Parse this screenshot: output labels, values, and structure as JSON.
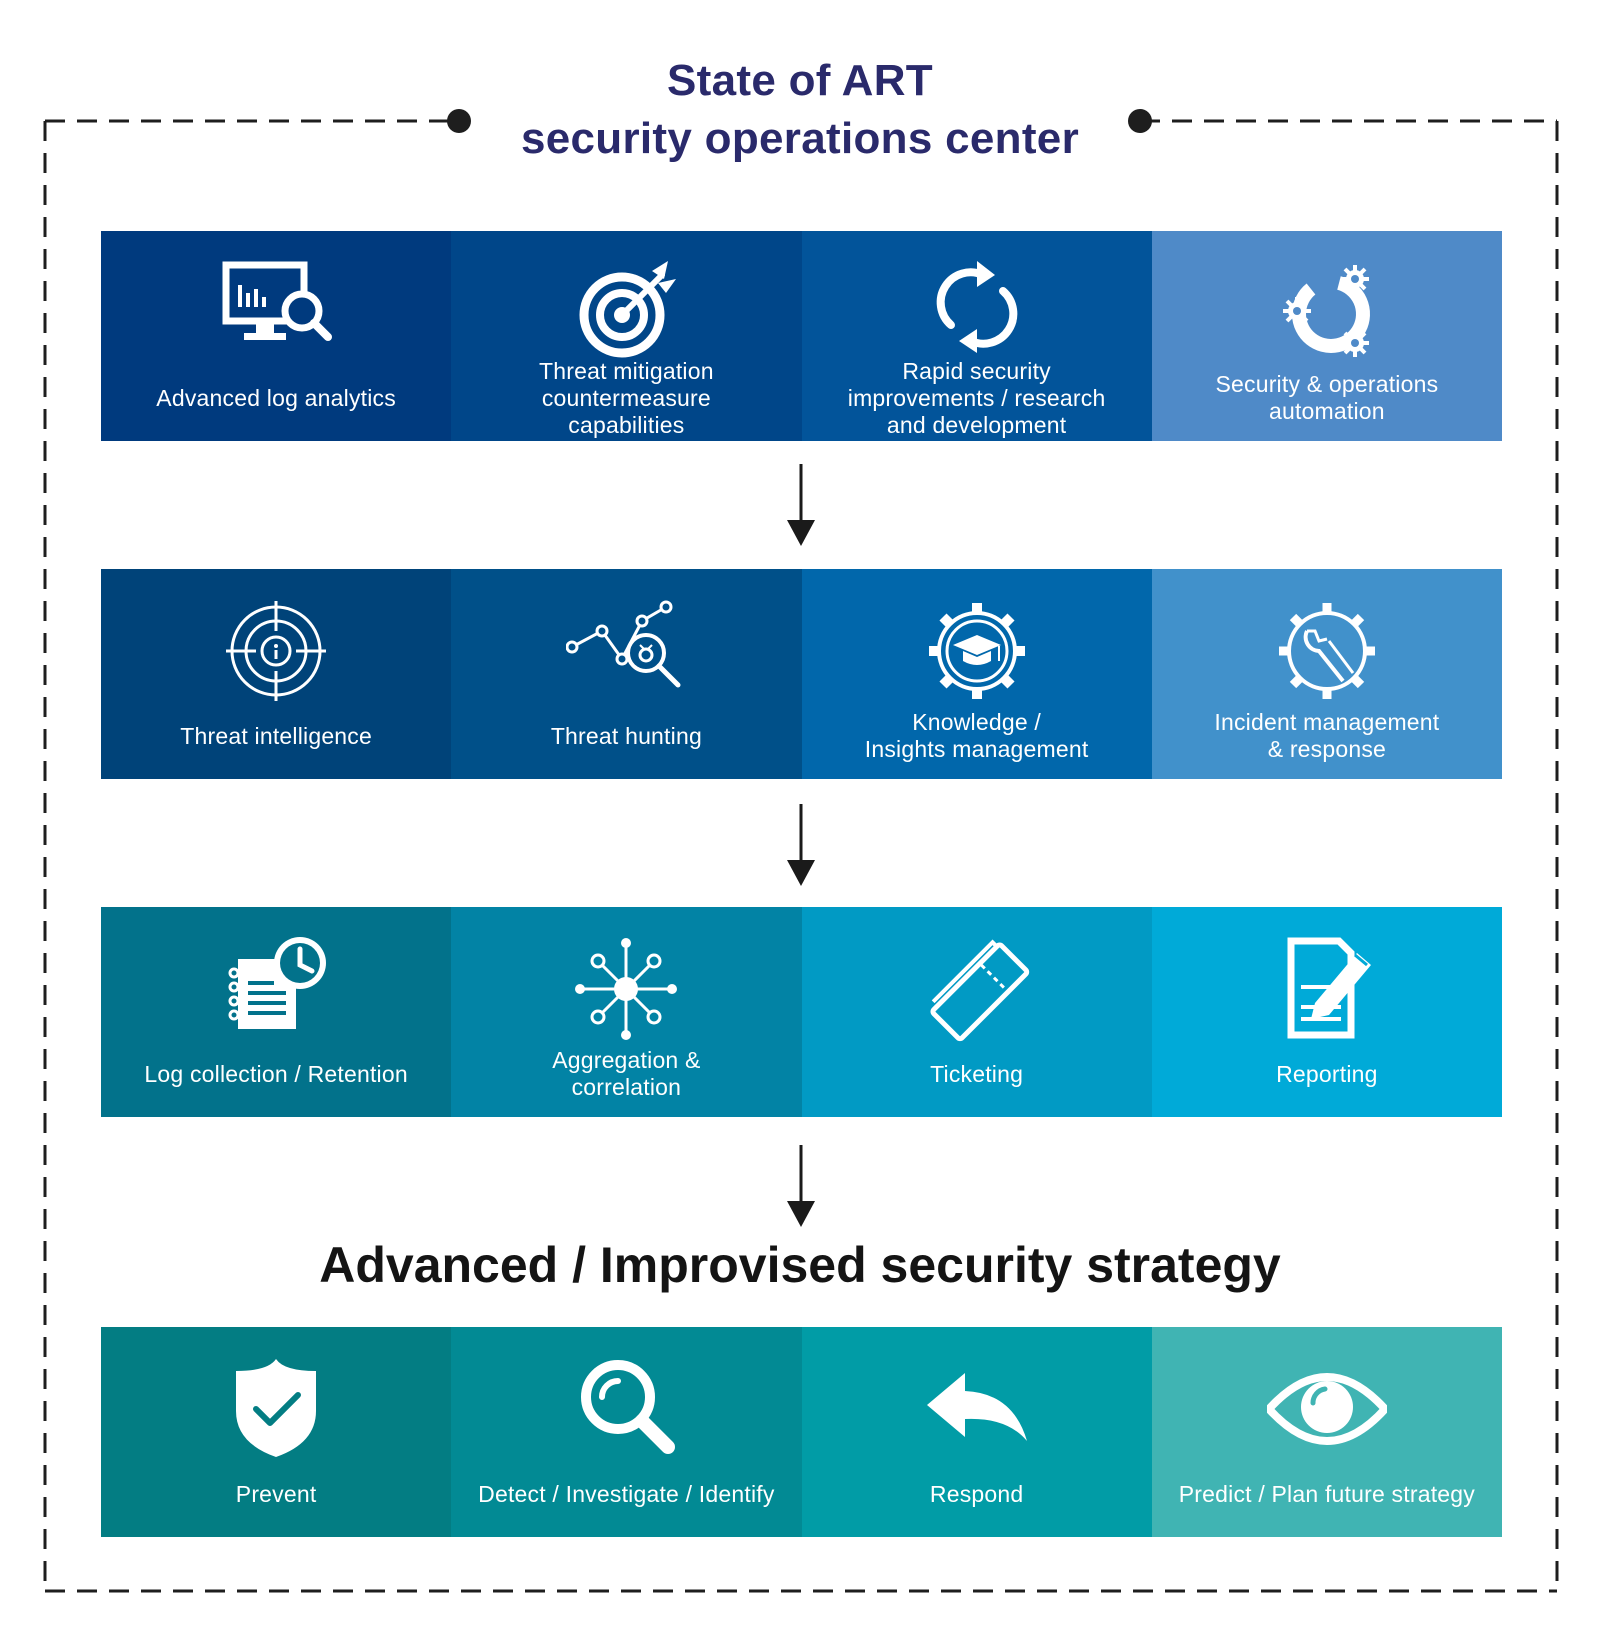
{
  "title": {
    "line1": "State of ART",
    "line2": "security operations center"
  },
  "colors": {
    "title": "#2a2a6b",
    "row1": [
      "#003a7e",
      "#004689",
      "#02549a",
      "#4f8ac8"
    ],
    "row2": [
      "#004379",
      "#005089",
      "#0167ab",
      "#4191cb"
    ],
    "row3": [
      "#02728b",
      "#0283a5",
      "#019ac4",
      "#00aad8"
    ],
    "row4": [
      "#037d83",
      "#028a94",
      "#019ca6",
      "#40b4b3"
    ]
  },
  "rows": [
    {
      "tiles": [
        {
          "icon": "monitor-analytics-icon",
          "label": "Advanced log analytics"
        },
        {
          "icon": "target-arrow-icon",
          "label": "Threat mitigation\ncountermeasure\ncapabilities"
        },
        {
          "icon": "refresh-cycle-icon",
          "label": "Rapid security\nimprovements / research\nand development"
        },
        {
          "icon": "gears-automation-icon",
          "label": "Security & operations\nautomation"
        }
      ]
    },
    {
      "tiles": [
        {
          "icon": "radar-target-icon",
          "label": "Threat intelligence"
        },
        {
          "icon": "trend-search-icon",
          "label": "Threat hunting"
        },
        {
          "icon": "gear-graduation-cap-icon",
          "label": "Knowledge /\nInsights management"
        },
        {
          "icon": "gear-wrench-icon",
          "label": "Incident management\n& response"
        }
      ]
    },
    {
      "tiles": [
        {
          "icon": "notebook-clock-icon",
          "label": "Log collection / Retention"
        },
        {
          "icon": "network-hub-icon",
          "label": "Aggregation &\ncorrelation"
        },
        {
          "icon": "ticket-icon",
          "label": "Ticketing"
        },
        {
          "icon": "report-pen-icon",
          "label": "Reporting"
        }
      ]
    }
  ],
  "strategy": {
    "heading": "Advanced / Improvised security strategy",
    "tiles": [
      {
        "icon": "shield-check-icon",
        "label": "Prevent"
      },
      {
        "icon": "magnifier-icon",
        "label": "Detect / Investigate / Identify"
      },
      {
        "icon": "reply-arrow-icon",
        "label": "Respond"
      },
      {
        "icon": "eye-icon",
        "label": "Predict / Plan future strategy"
      }
    ]
  }
}
